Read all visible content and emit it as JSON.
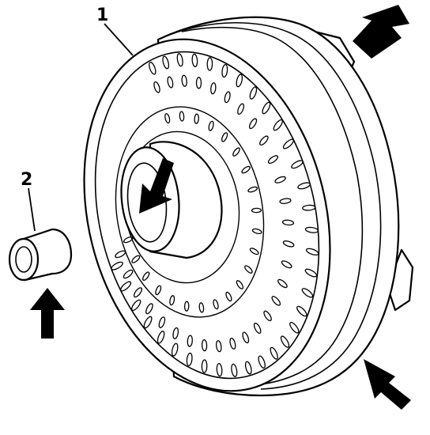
{
  "diagram": {
    "callouts": [
      {
        "id": "1",
        "label": "1"
      },
      {
        "id": "2",
        "label": "2"
      }
    ],
    "colors": {
      "ink": "#000000",
      "background": "#ffffff"
    },
    "components": [
      "torque-converter",
      "converter-hub",
      "pump-drive-bushing"
    ],
    "arrows": [
      "arrow-top-right",
      "arrow-hub",
      "arrow-bottom-right",
      "arrow-bushing"
    ]
  }
}
